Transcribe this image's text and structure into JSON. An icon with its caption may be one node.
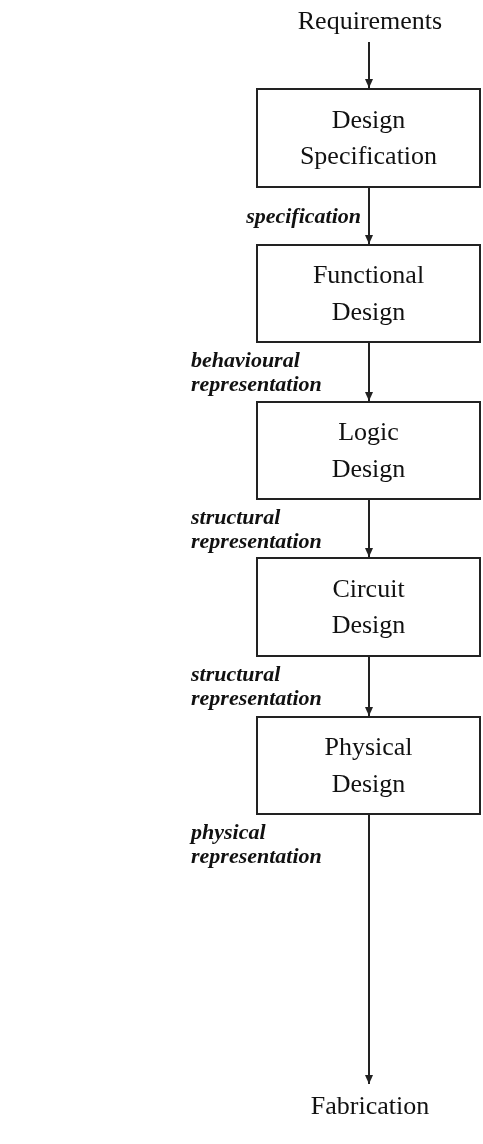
{
  "diagram": {
    "nodes": [
      {
        "text": [
          "Requirements"
        ]
      },
      {
        "text": [
          "Design Specification"
        ]
      },
      {
        "text": [
          "Functional Design"
        ]
      },
      {
        "text": [
          "Logic Design"
        ]
      },
      {
        "text": [
          "Circuit Design"
        ]
      },
      {
        "text": [
          "Physical Design"
        ]
      },
      {
        "text": [
          "Fabrication"
        ]
      }
    ],
    "edges": [
      {
        "from": 0,
        "to": 1,
        "arrow": "to"
      },
      {
        "from": 1,
        "to": 2,
        "arrow": "to",
        "label": "specification"
      },
      {
        "from": 2,
        "to": 3,
        "arrow": "to",
        "label": "behavioural representation"
      },
      {
        "from": 3,
        "to": 4,
        "arrow": "to",
        "label": "structural representation"
      },
      {
        "from": 4,
        "to": 5,
        "arrow": "to",
        "label": "structural representation"
      },
      {
        "from": 5,
        "to": 6,
        "arrow": "to",
        "label": "physical representation"
      }
    ]
  }
}
